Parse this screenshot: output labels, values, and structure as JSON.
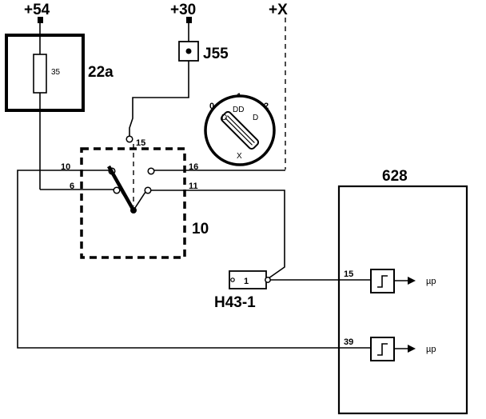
{
  "supplies": {
    "plus54": "+54",
    "plus30": "+30",
    "plusx": "+X"
  },
  "fuse": {
    "label": "22a",
    "rating": "35"
  },
  "connector_j55": {
    "label": "J55"
  },
  "ignition_switch": {
    "label": "10",
    "pins": {
      "p15": "15",
      "p10": "10",
      "p16": "16",
      "p6": "6",
      "p11": "11"
    },
    "positions": {
      "pos0": "0",
      "pos1": "1",
      "pos2": "2",
      "d_left": "D",
      "d_mid": "DD",
      "d_right": "D",
      "bottom_mark": "X"
    }
  },
  "connector_h43": {
    "label": "H43-1",
    "pin": "1"
  },
  "module_628": {
    "label": "628",
    "inputs": [
      {
        "pin": "15",
        "output": "µp"
      },
      {
        "pin": "39",
        "output": "µp"
      }
    ]
  },
  "colors": {
    "line": "#000000",
    "background": "#ffffff"
  }
}
